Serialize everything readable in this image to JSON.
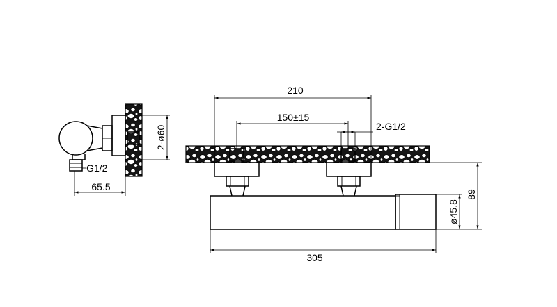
{
  "dimensions": {
    "overall_length": "305",
    "inlet_span": "210",
    "center_distance": "150±15",
    "inlet_thread": "2-G1/2",
    "body_diameter": "ø45.8",
    "projection": "89",
    "escutcheon_diameter": "2-ø60",
    "outlet_thread": "G1/2",
    "side_depth": "65.5"
  }
}
